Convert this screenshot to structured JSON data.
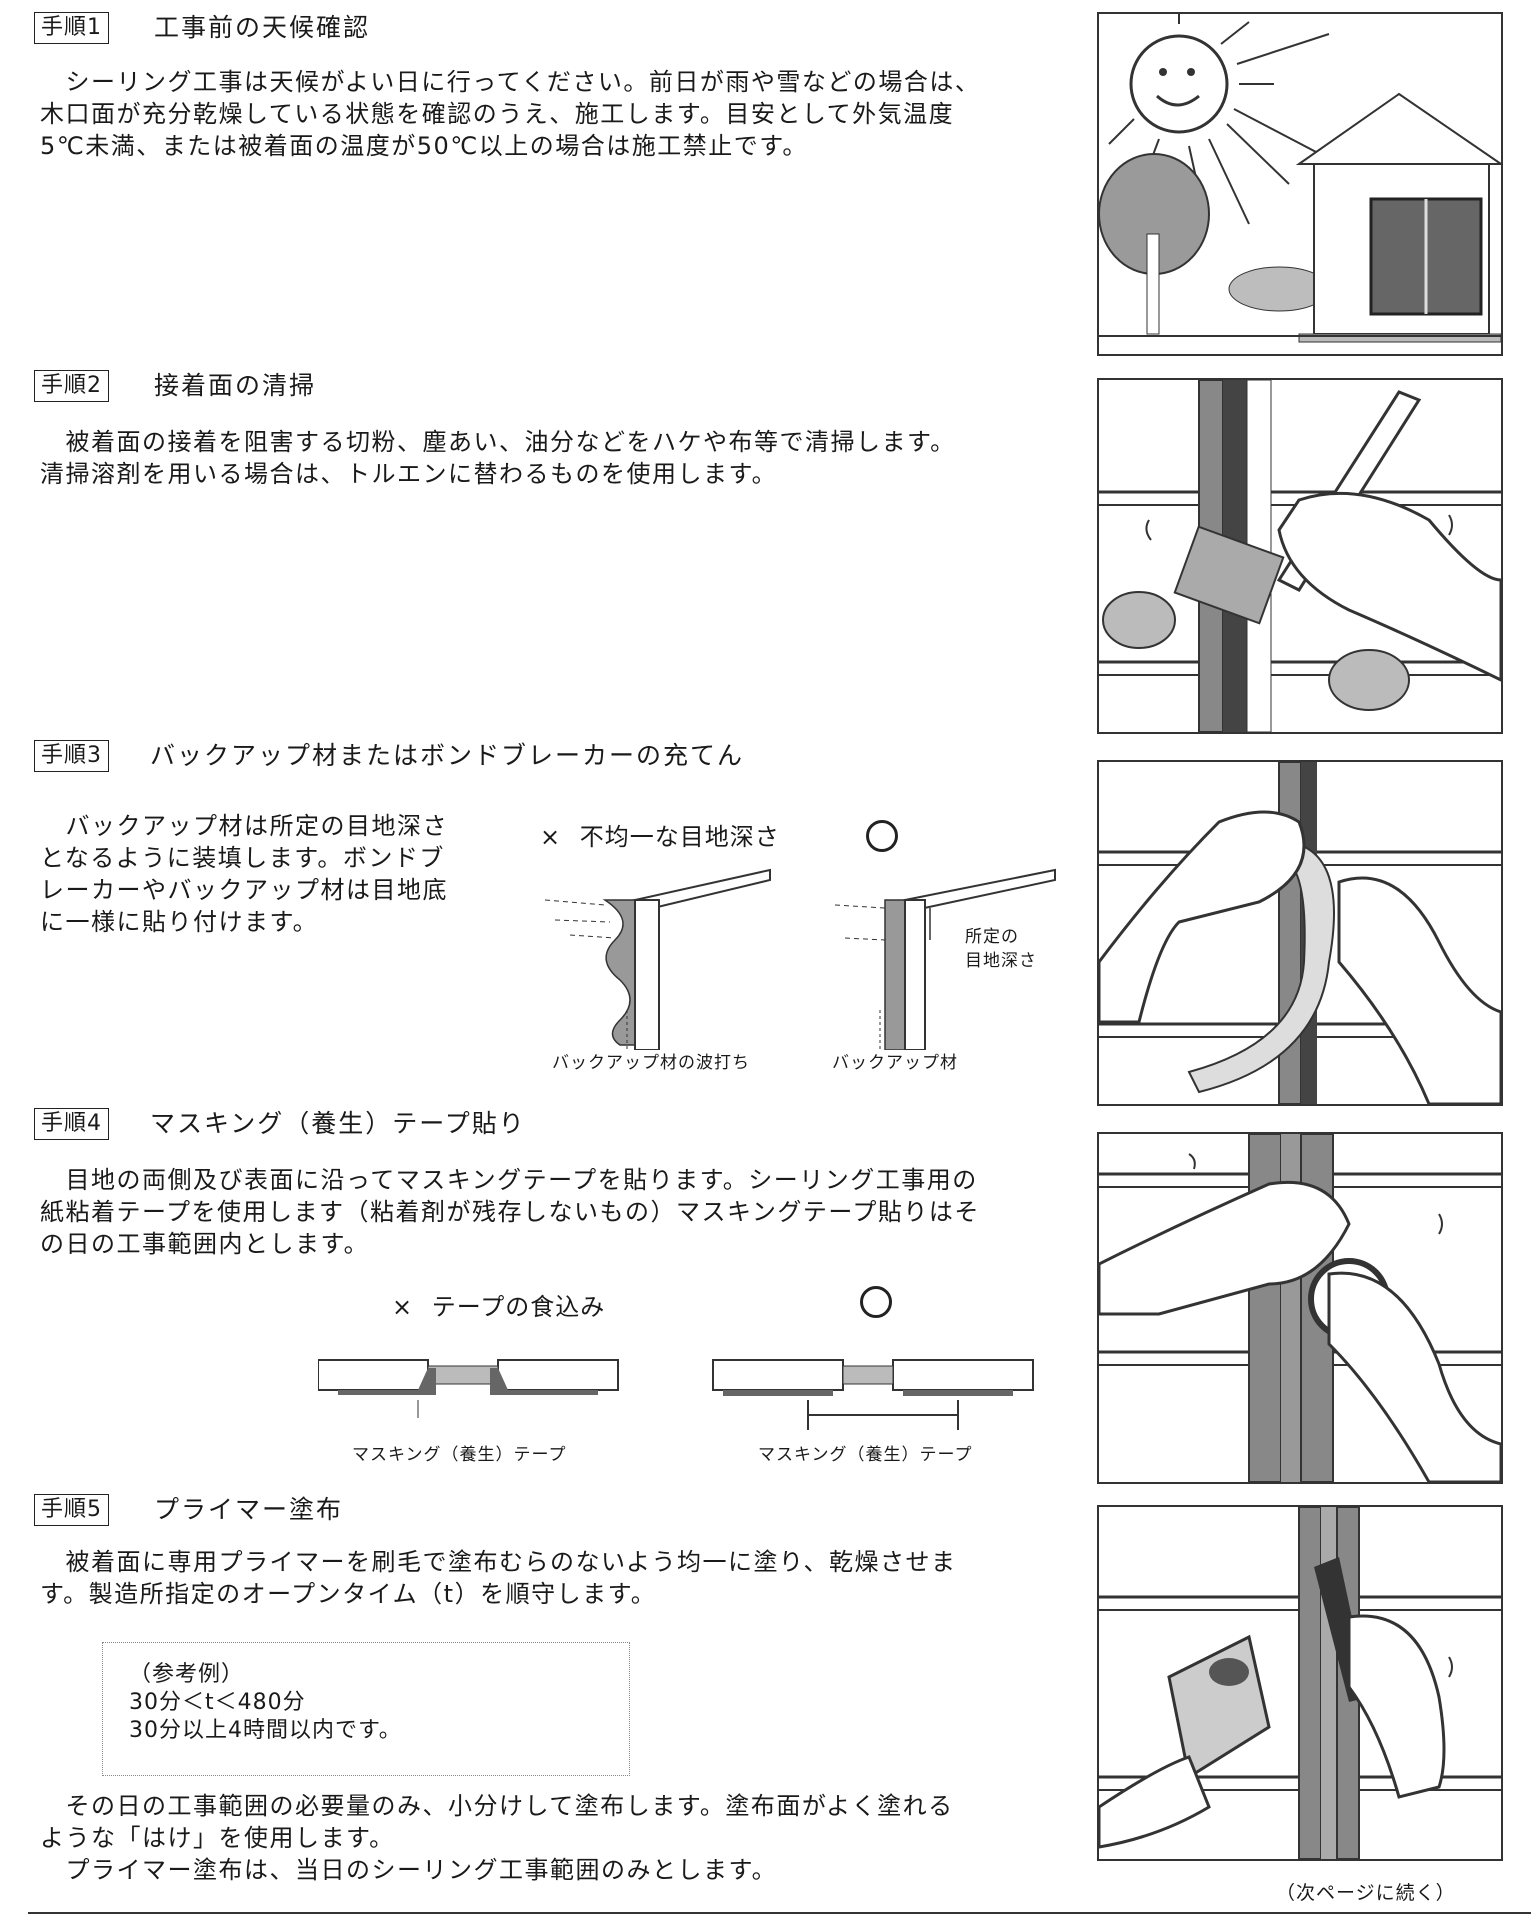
{
  "steps": [
    {
      "label": "手順1",
      "title": "工事前の天候確認",
      "lines": [
        "　シーリング工事は天候がよい日に行ってください。前日が雨や雪などの場合は、",
        "木口面が充分乾燥している状態を確認のうえ、施工します。目安として外気温度",
        "5℃未満、または被着面の温度が50℃以上の場合は施工禁止です。"
      ]
    },
    {
      "label": "手順2",
      "title": "接着面の清掃",
      "lines": [
        "　被着面の接着を阻害する切粉、塵あい、油分などをハケや布等で清掃します。",
        "清掃溶剤を用いる場合は、トルエンに替わるものを使用します。"
      ]
    },
    {
      "label": "手順3",
      "title": "バックアップ材またはボンドブレーカーの充てん",
      "lines": [
        "　バックアップ材は所定の目地深さ",
        "となるように装填します。ボンドブ",
        "レーカーやバックアップ材は目地底",
        "に一様に貼り付けます。"
      ],
      "bad_label": "不均一な目地深さ",
      "bad_mark": "×",
      "good_mark": "○",
      "bad_caption": "バックアップ材の波打ち",
      "good_caption": "バックアップ材",
      "depth_note_1": "所定の",
      "depth_note_2": "目地深さ"
    },
    {
      "label": "手順4",
      "title": "マスキング（養生）テープ貼り",
      "lines": [
        "　目地の両側及び表面に沿ってマスキングテープを貼ります。シーリング工事用の",
        "紙粘着テープを使用します（粘着剤が残存しないもの）マスキングテープ貼りはそ",
        "の日の工事範囲内とします。"
      ],
      "bad_label": "テープの食込み",
      "bad_mark": "×",
      "good_mark": "○",
      "bad_caption": "マスキング（養生）テープ",
      "good_caption": "マスキング（養生）テープ"
    },
    {
      "label": "手順5",
      "title": "プライマー塗布",
      "lines": [
        "　被着面に専用プライマーを刷毛で塗布むらのないよう均一に塗り、乾燥させま",
        "す。製造所指定のオープンタイム（t）を順守します。"
      ],
      "note": [
        "（参考例）",
        "30分＜t＜480分",
        "30分以上4時間以内です。"
      ],
      "lines_after": [
        "　その日の工事範囲の必要量のみ、小分けして塗布します。塗布面がよく塗れる",
        "ような「はけ」を使用します。",
        "　プライマー塗布は、当日のシーリング工事範囲のみとします。"
      ]
    }
  ],
  "continued": "（次ページに続く）"
}
